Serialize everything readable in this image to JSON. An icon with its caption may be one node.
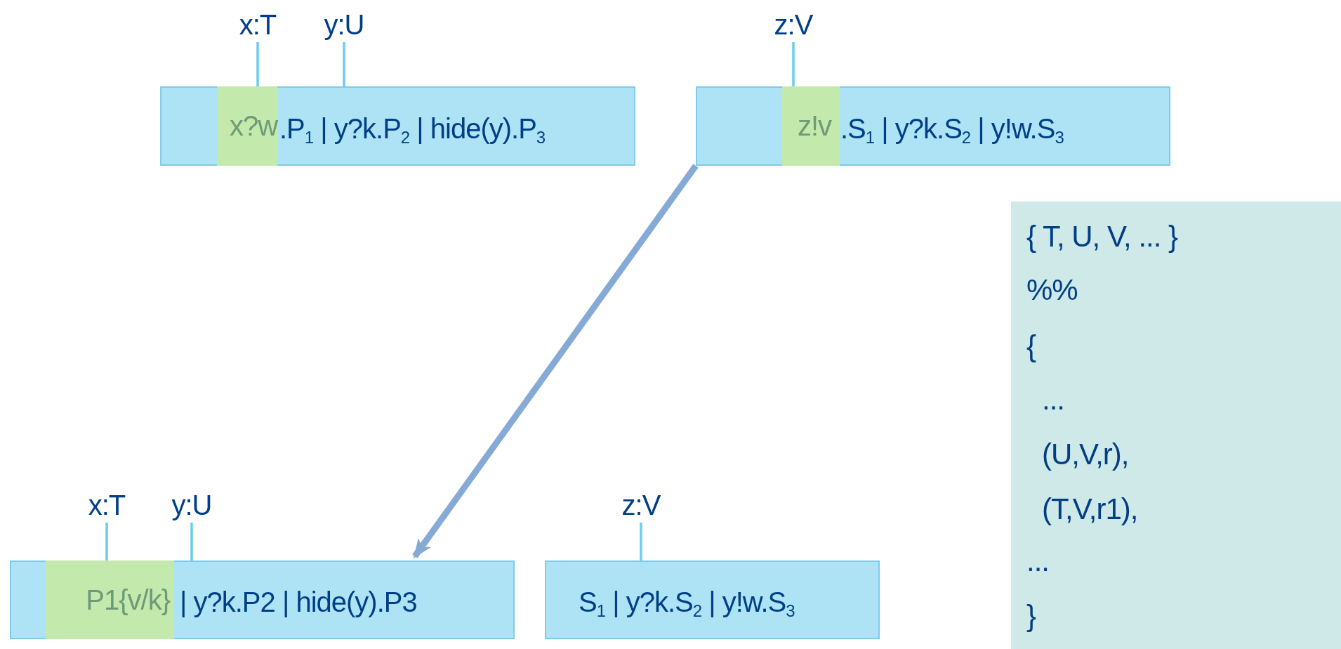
{
  "diagram": {
    "nodes": [
      {
        "text": [
          "x:T"
        ]
      },
      {
        "text": [
          "y:U"
        ]
      },
      {
        "text": [
          "z:V"
        ]
      },
      {
        "text": [
          ".P$_{1}$ | y?k.P$_{2}$ | hide(y).P$_{3}$"
        ]
      },
      {
        "text": [
          "x?w"
        ],
        "in": 3
      },
      {
        "text": [
          ".S$_{1}$ | y?k.S$_{2}$ | y!w.S$_{3}$"
        ]
      },
      {
        "text": [
          "z!v"
        ],
        "in": 5
      },
      {
        "text": [
          "{ T, U, V,  ... }",
          "%%",
          "{",
          "...",
          "(U,V,r),",
          "(T,V,r1),",
          "...",
          "}"
        ]
      },
      {
        "text": [
          "x:T"
        ]
      },
      {
        "text": [
          "y:U"
        ]
      },
      {
        "text": [
          "z:V"
        ]
      },
      {
        "text": [
          "| y?k.P2 | hide(y).P3"
        ]
      },
      {
        "text": [
          "P1{v/k}"
        ],
        "in": 11
      },
      {
        "text": [
          "S$_{1}$ | y?k.S$_{2}$ | y!w.S$_{3}$"
        ]
      }
    ],
    "edges": [
      {
        "from": 0,
        "to": 4,
        "arrow": "none"
      },
      {
        "from": 1,
        "to": 3,
        "arrow": "none"
      },
      {
        "from": 2,
        "to": 6,
        "arrow": "none"
      },
      {
        "from": 5,
        "to": 11,
        "arrow": "to",
        "style": "thick",
        "color": "#85aad6"
      },
      {
        "from": 8,
        "to": 12,
        "arrow": "none"
      },
      {
        "from": 9,
        "to": 11,
        "arrow": "none"
      },
      {
        "from": 10,
        "to": 13,
        "arrow": "none"
      }
    ]
  }
}
